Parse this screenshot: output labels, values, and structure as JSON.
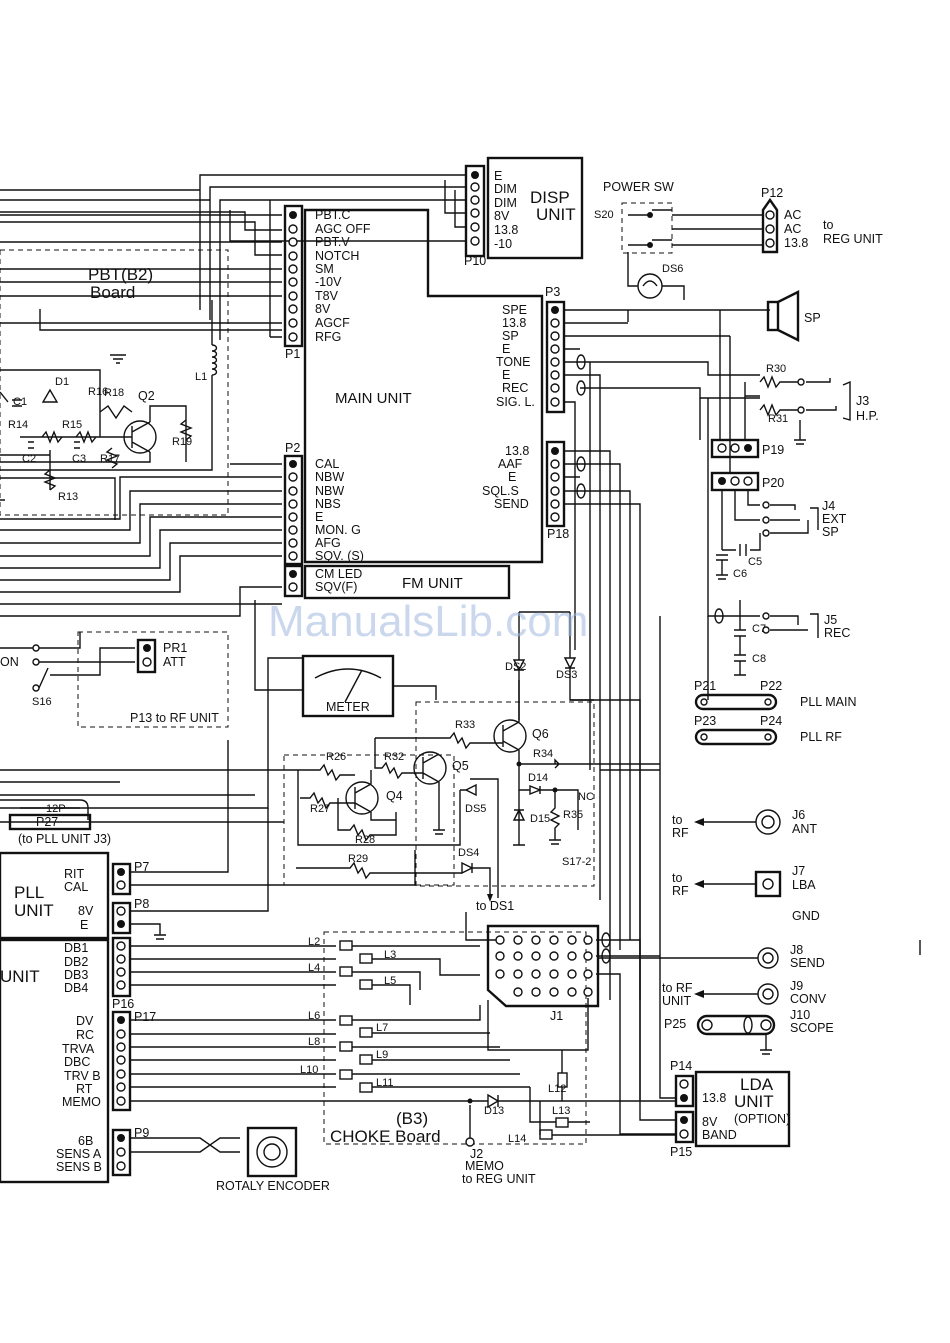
{
  "watermark": "ManualsLib.com",
  "disp_unit": {
    "title_1": "DISP",
    "title_2": "UNIT",
    "pins": [
      "E",
      "DIM",
      "DIM",
      "8V",
      "13.8",
      "-10"
    ],
    "connector": "P10"
  },
  "power_sw": {
    "label": "POWER SW",
    "switch": "S20"
  },
  "p12": {
    "label": "P12",
    "pins": [
      "AC",
      "AC",
      "13.8"
    ],
    "dest": [
      "to",
      "REG UNIT"
    ]
  },
  "p1": {
    "label": "P1",
    "pins": [
      "PBT.C",
      "AGC OFF",
      "PBT.V",
      "NOTCH",
      "SM",
      "-10V",
      "T8V",
      "8V",
      "AGCF",
      "RFG"
    ]
  },
  "p2": {
    "label": "P2",
    "pins": [
      "CAL",
      "NBW",
      "NBW",
      "NBS",
      "E",
      "MON. G",
      "AFG",
      "SQV. (S)"
    ]
  },
  "p3": {
    "label": "P3",
    "pins": [
      "SPE",
      "13.8",
      "SP",
      "E",
      "TONE",
      "E",
      "REC",
      "SIG. L."
    ]
  },
  "p18": {
    "label": "P18",
    "pins": [
      "13.8",
      "AAF",
      "E",
      "SQL.S",
      "SEND"
    ]
  },
  "main_unit": "MAIN UNIT",
  "fm_unit": {
    "title": "FM UNIT",
    "pins": [
      "CM LED",
      "SQV(F)"
    ]
  },
  "pbt_board": {
    "line1": "PBT(B2)",
    "line2": "Board"
  },
  "pbt_parts": [
    "R18",
    "Q2",
    "D1",
    "R16",
    "C1",
    "R14",
    "R15",
    "R17",
    "C2",
    "C3",
    "R19",
    "R13",
    "L1"
  ],
  "speaker": "SP",
  "ds6": "DS6",
  "headphone": {
    "r30": "R30",
    "r31": "R31",
    "jack": "J3",
    "jack_label": "H.P.",
    "connector": "P19"
  },
  "ext_sp": {
    "connector": "P20",
    "jack": "J4",
    "label_1": "EXT",
    "label_2": "SP",
    "c5": "C5",
    "c6": "C6"
  },
  "rec": {
    "jack": "J5",
    "label": "REC",
    "c7": "C7",
    "c8": "C8"
  },
  "pri": {
    "label_1": "PR1",
    "label_2": "ATT",
    "switch": "S16",
    "on": "ON",
    "dest": "P13 to RF UNIT"
  },
  "meter": "METER",
  "ds": {
    "ds2": "DS2",
    "ds3": "DS3",
    "ds4": "DS4",
    "ds5": "DS5"
  },
  "transistors": {
    "q4": "Q4",
    "q5": "Q5",
    "q6": "Q6",
    "r26": "R26",
    "r27": "R27",
    "r28": "R28",
    "r29": "R29",
    "r32": "R32",
    "r33": "R33",
    "r34": "R34",
    "r35": "R35",
    "d14": "D14",
    "d15": "D15",
    "nc": "NC",
    "s17": "S17-2"
  },
  "pll_main": {
    "from": "P21",
    "to": "P22",
    "label": "PLL  MAIN"
  },
  "pll_rf": {
    "from": "P23",
    "to": "P24",
    "label": "PLL  RF"
  },
  "p27": {
    "label": "P27",
    "pins": "12P",
    "dest": "(to PLL UNIT J3)"
  },
  "pll_unit": {
    "title_1": "PLL",
    "title_2": "UNIT",
    "p7": "P7",
    "p7_pins": [
      "RIT",
      "CAL"
    ],
    "p8": "P8",
    "p8_pins": [
      "8V",
      "E"
    ]
  },
  "lo_unit": {
    "title": "UNIT",
    "p16": "P16",
    "p16_pins": [
      "DB1",
      "DB2",
      "DB3",
      "DB4"
    ],
    "p17": "P17",
    "p17_pins": [
      "DV",
      "RC",
      "TRVA",
      "DBC",
      "TRV B",
      "RT",
      "MEMO"
    ],
    "p9": "P9",
    "p9_pins": [
      "6B",
      "SENS A",
      "SENS B"
    ]
  },
  "encoder": "ROTALY ENCODER",
  "choke": {
    "line1": "(B3)",
    "line2": "CHOKE Board",
    "coils": [
      "L2",
      "L3",
      "L4",
      "L5",
      "L6",
      "L7",
      "L8",
      "L9",
      "L10",
      "L11",
      "L12",
      "L13",
      "L14"
    ],
    "to_ds1": "to DS1",
    "d13": "D13"
  },
  "j1": "J1",
  "j2": {
    "label": "J2",
    "line1": "MEMO",
    "line2": "to REG UNIT"
  },
  "rf_jacks": {
    "to": "to",
    "rf": "RF",
    "j6": "J6",
    "ant": "ANT",
    "j7": "J7",
    "lba": "LBA",
    "gnd": "GND",
    "j8": "J8",
    "send": "SEND",
    "j9": "J9",
    "conv": "CONV",
    "to_rf_unit_1": "to RF",
    "to_rf_unit_2": "UNIT",
    "p25": "P25",
    "j10": "J10",
    "scope": "SCOPE"
  },
  "lda": {
    "title_1": "LDA",
    "title_2": "UNIT",
    "option": "(OPTION)",
    "p14": "P14",
    "p15": "P15",
    "pin_138": "13.8",
    "pin_8v": "8V",
    "band": "BAND"
  }
}
